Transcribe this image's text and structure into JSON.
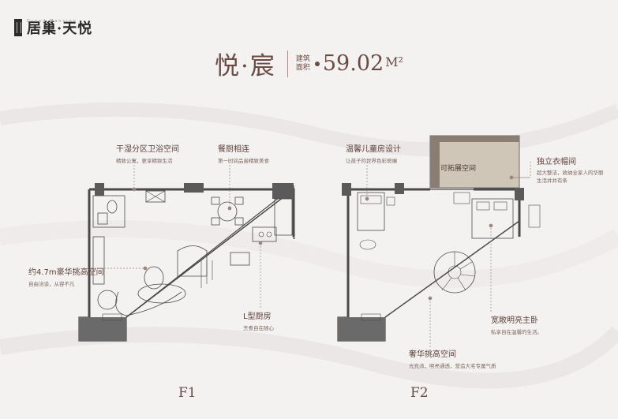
{
  "brand": {
    "name": "居巢·天悦",
    "sub": "Grand Mansion"
  },
  "title": {
    "name": "悦·宸",
    "area_label": "建筑面积",
    "area_value": "59.02",
    "area_unit": "M²"
  },
  "floor1": {
    "label": "F1",
    "callouts": {
      "bath": {
        "title": "干湿分区卫浴空间",
        "sub": "精致公寓，更享精致生活"
      },
      "dining": {
        "title": "餐厨相连",
        "sub": "第一时间品尝精致美食"
      },
      "height": {
        "title": "约4.7m豪华挑高空间",
        "sub": "自由洽谈，从容不凡"
      },
      "kitchen": {
        "title": "L型厨房",
        "sub": "烹煮自在随心"
      }
    }
  },
  "floor2": {
    "label": "F2",
    "expand_label": "可拓展空间",
    "callouts": {
      "kids": {
        "title": "温馨儿童房设计",
        "sub": "让孩子的世界色彩斑斓"
      },
      "closet": {
        "title": "独立衣帽间",
        "sub": "超大整洁，收纳全家人的华丽生活井井有条"
      },
      "master": {
        "title": "宽敞明亮主卧",
        "sub": "私享自在温馨的生活。"
      },
      "double": {
        "title": "奢华挑高空间",
        "sub": "光充沛，明亮通透，营造大宅专属气质"
      }
    }
  },
  "colors": {
    "accent": "#6a4c45",
    "wall": "#4a4a4a",
    "line": "#9a8580"
  }
}
